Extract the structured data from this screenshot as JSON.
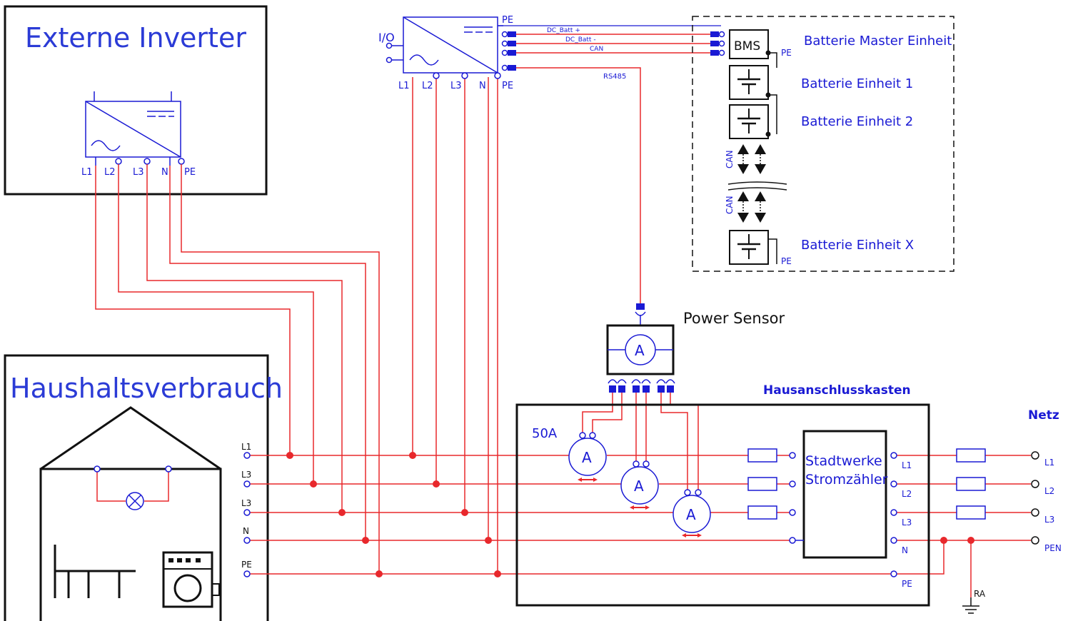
{
  "blocks": {
    "external_inverter": "Externe Inverter",
    "household": "Haushaltsverbrauch",
    "power_sensor": "Power Sensor",
    "junction_box": "Hausanschlusskasten",
    "grid": "Netz",
    "meter_line1": "Stadtwerke",
    "meter_line2": "Stromzähler",
    "rating": "50A"
  },
  "battery": {
    "master": "Batterie Master Einheit",
    "unit1": "Batterie Einheit 1",
    "unit2": "Batterie Einheit 2",
    "unitx": "Batterie Einheit X",
    "bms": "BMS",
    "can": "CAN",
    "pe": "PE"
  },
  "inverter": {
    "io": "I/O",
    "pe": "PE",
    "dc_plus": "DC_Batt +",
    "dc_minus": "DC_Batt -",
    "can": "CAN",
    "rs485": "RS485"
  },
  "terminals": {
    "l1": "L1",
    "l2": "L2",
    "l3": "L3",
    "n": "N",
    "pe": "PE",
    "pen": "PEN",
    "ra": "RA"
  },
  "house_bus_labels": [
    "L1",
    "L3",
    "L3",
    "N",
    "PE"
  ],
  "ammeter": "A",
  "colors": {
    "wire": "#e8282c",
    "blue": "#1a1ad4",
    "blue_label": "#2b3bd6",
    "black": "#111111"
  }
}
